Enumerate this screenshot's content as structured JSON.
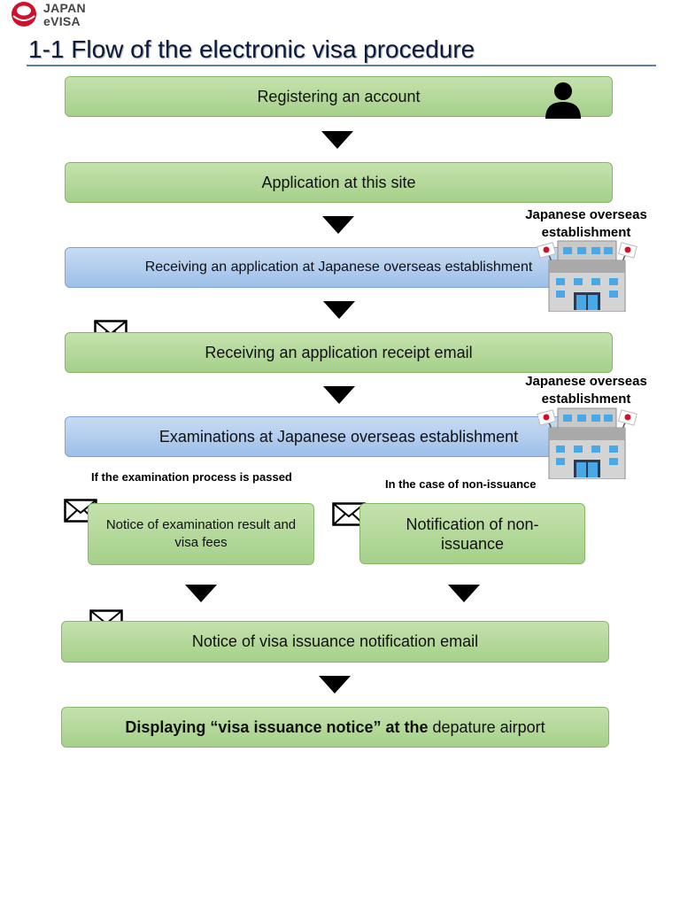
{
  "logo": {
    "line1": "JAPAN",
    "line2": "eVISA"
  },
  "title": "1-1 Flow of the electronic visa procedure",
  "steps": {
    "register": "Registering an account",
    "apply": "Application at this site",
    "receive_application": "Receiving an application at Japanese overseas establishment",
    "receipt_email": "Receiving an application receipt email",
    "examination": "Examinations at Japanese overseas establishment",
    "notice_result": "Notice of examination result and visa fees",
    "non_issuance": "Notification of non-issuance",
    "issuance_email": "Notice of visa issuance notification email",
    "display_prefix": "Displaying “visa issuance notice” at the",
    "display_suffix": " depature airport"
  },
  "branch_labels": {
    "passed": "If the examination process is passed",
    "non_issuance_case": "In the case of non-issuance"
  },
  "establishment_label": "Japanese overseas establishment",
  "icons": [
    "japan-evisa-logo-icon",
    "person-icon",
    "building-icon",
    "japan-flag-icon",
    "envelope-icon",
    "down-arrow-icon"
  ],
  "colors": {
    "step_green": "#b5da9c",
    "step_blue": "#acc9ee",
    "logo_red": "#d0112b"
  }
}
